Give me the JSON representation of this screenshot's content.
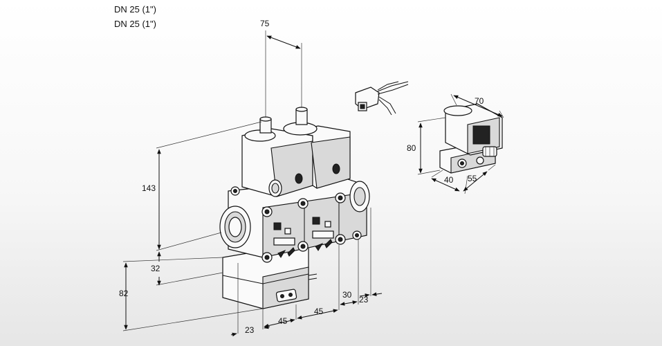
{
  "header": {
    "line1": "DN 25 (1\")",
    "line2": "DN 25 (1\")"
  },
  "dimensions": {
    "top_width": "75",
    "height_total": "143",
    "height_mid": "32",
    "height_lower": "82",
    "bottom_left": "23",
    "bottom_45a": "45",
    "bottom_45b": "45",
    "bottom_30": "30",
    "bottom_right_23": "23",
    "side_width": "70",
    "side_height": "80",
    "side_depth_40": "40",
    "side_depth_55": "55"
  }
}
